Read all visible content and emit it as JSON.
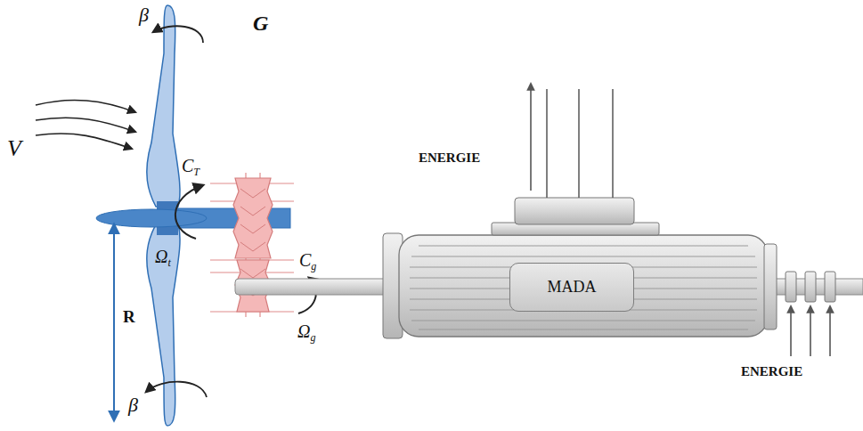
{
  "diagram": {
    "nodes": [
      {
        "text": [
          "MADA"
        ]
      }
    ],
    "labels": [
      "V",
      "β",
      "β",
      "G",
      "CT",
      "Ωt",
      "Cg",
      "Ωg",
      "R",
      "ENERGIE",
      "ENERGIE"
    ]
  }
}
